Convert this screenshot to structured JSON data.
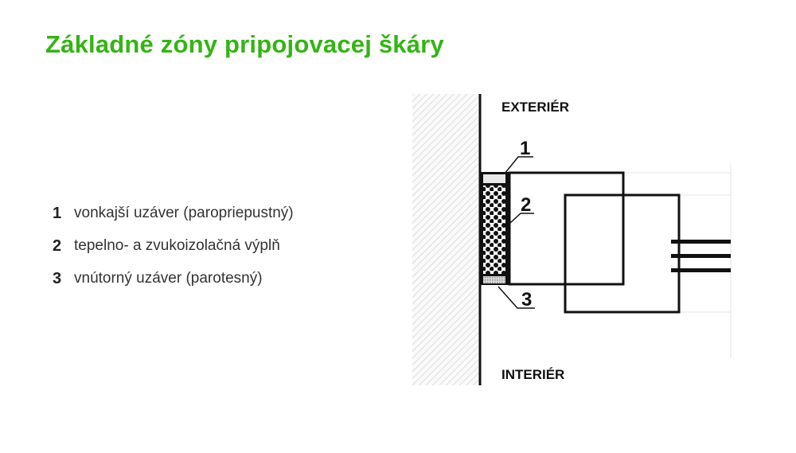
{
  "title": "Základné zóny pripojovacej škáry",
  "legend": [
    {
      "number": "1",
      "text": "vonkajší uzáver (paropriepustný)"
    },
    {
      "number": "2",
      "text": "tepelno- a zvukoizolačná výplň"
    },
    {
      "number": "3",
      "text": "vnútorný uzáver (parotesný)"
    }
  ],
  "diagram": {
    "exterior_label": "EXTERIÉR",
    "interior_label": "INTERIÉR",
    "callouts": [
      "1",
      "2",
      "3"
    ]
  },
  "colors": {
    "title": "#34b414",
    "lines": "#111111"
  }
}
